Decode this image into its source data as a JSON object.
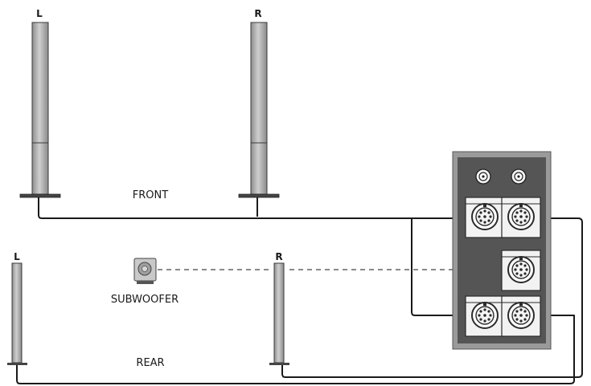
{
  "labels": {
    "front": "FRONT",
    "rear": "REAR",
    "subwoofer": "SUBWOOFER",
    "front_left": "L",
    "front_right": "R",
    "rear_left": "L",
    "rear_right": "R"
  },
  "colors": {
    "speaker_fill": "#b3b3b3",
    "panel_outer": "#9a9a9a",
    "panel_inner": "#555555",
    "socket_plate": "#f2f2f2",
    "cable": "#1a1a1a"
  }
}
